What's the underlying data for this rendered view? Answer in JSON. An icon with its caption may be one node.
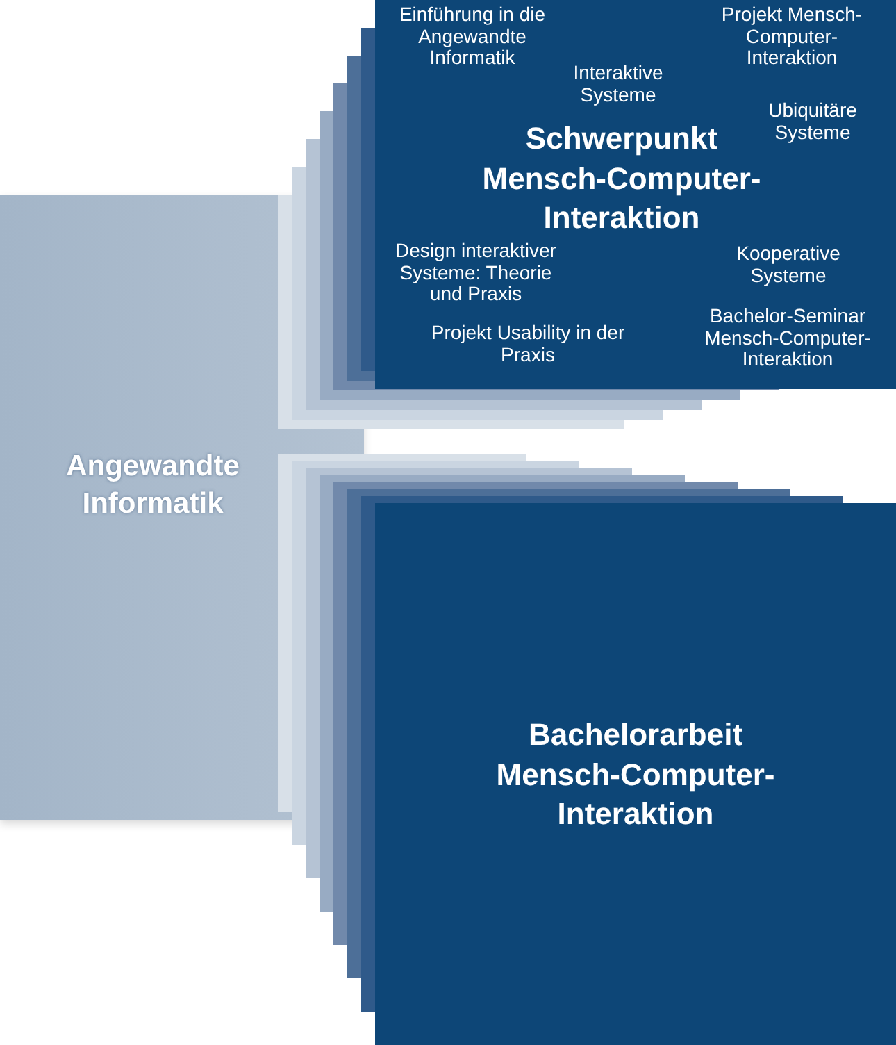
{
  "diagram": {
    "nodes": [
      {
        "text": [
          "Angewandte Informatik"
        ]
      },
      {
        "text": [
          "Einführung in die Angewandte Informatik",
          "Projekt Mensch-Computer-Interaktion",
          "Interaktive Systeme",
          "Ubiquitäre Systeme",
          "Schwerpunkt Mensch-Computer-Interaktion",
          "Design interaktiver Systeme: Theorie und Praxis",
          "Kooperative Systeme",
          "Projekt Usability in der Praxis",
          "Bachelor-Seminar Mensch-Computer-Interaktion"
        ]
      },
      {
        "text": [
          "Bachelorarbeit Mensch-Computer-Interaktion"
        ]
      }
    ],
    "edges": []
  }
}
